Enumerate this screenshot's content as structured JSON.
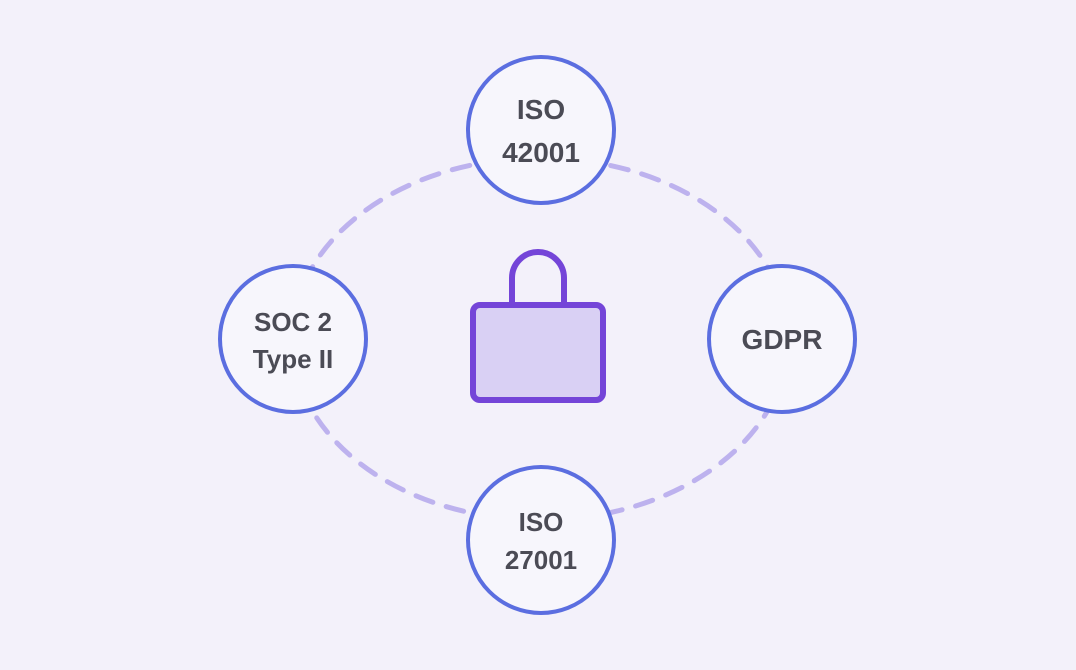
{
  "colors": {
    "background": "#f3f1fa",
    "ring_dashed": "#bdb2ee",
    "badge_fill": "#f7f6fc",
    "badge_stroke": "#5b6ee0",
    "label_text": "#4b4b55",
    "lock_stroke": "#7445d8",
    "lock_fill": "#d9d0f4"
  },
  "center": {
    "icon": "lock-icon"
  },
  "badges": {
    "top": {
      "line1": "ISO",
      "line2": "42001"
    },
    "right": {
      "line1": "GDPR"
    },
    "bottom": {
      "line1": "ISO",
      "line2": "27001"
    },
    "left": {
      "line1": "SOC 2",
      "line2": "Type II"
    }
  }
}
